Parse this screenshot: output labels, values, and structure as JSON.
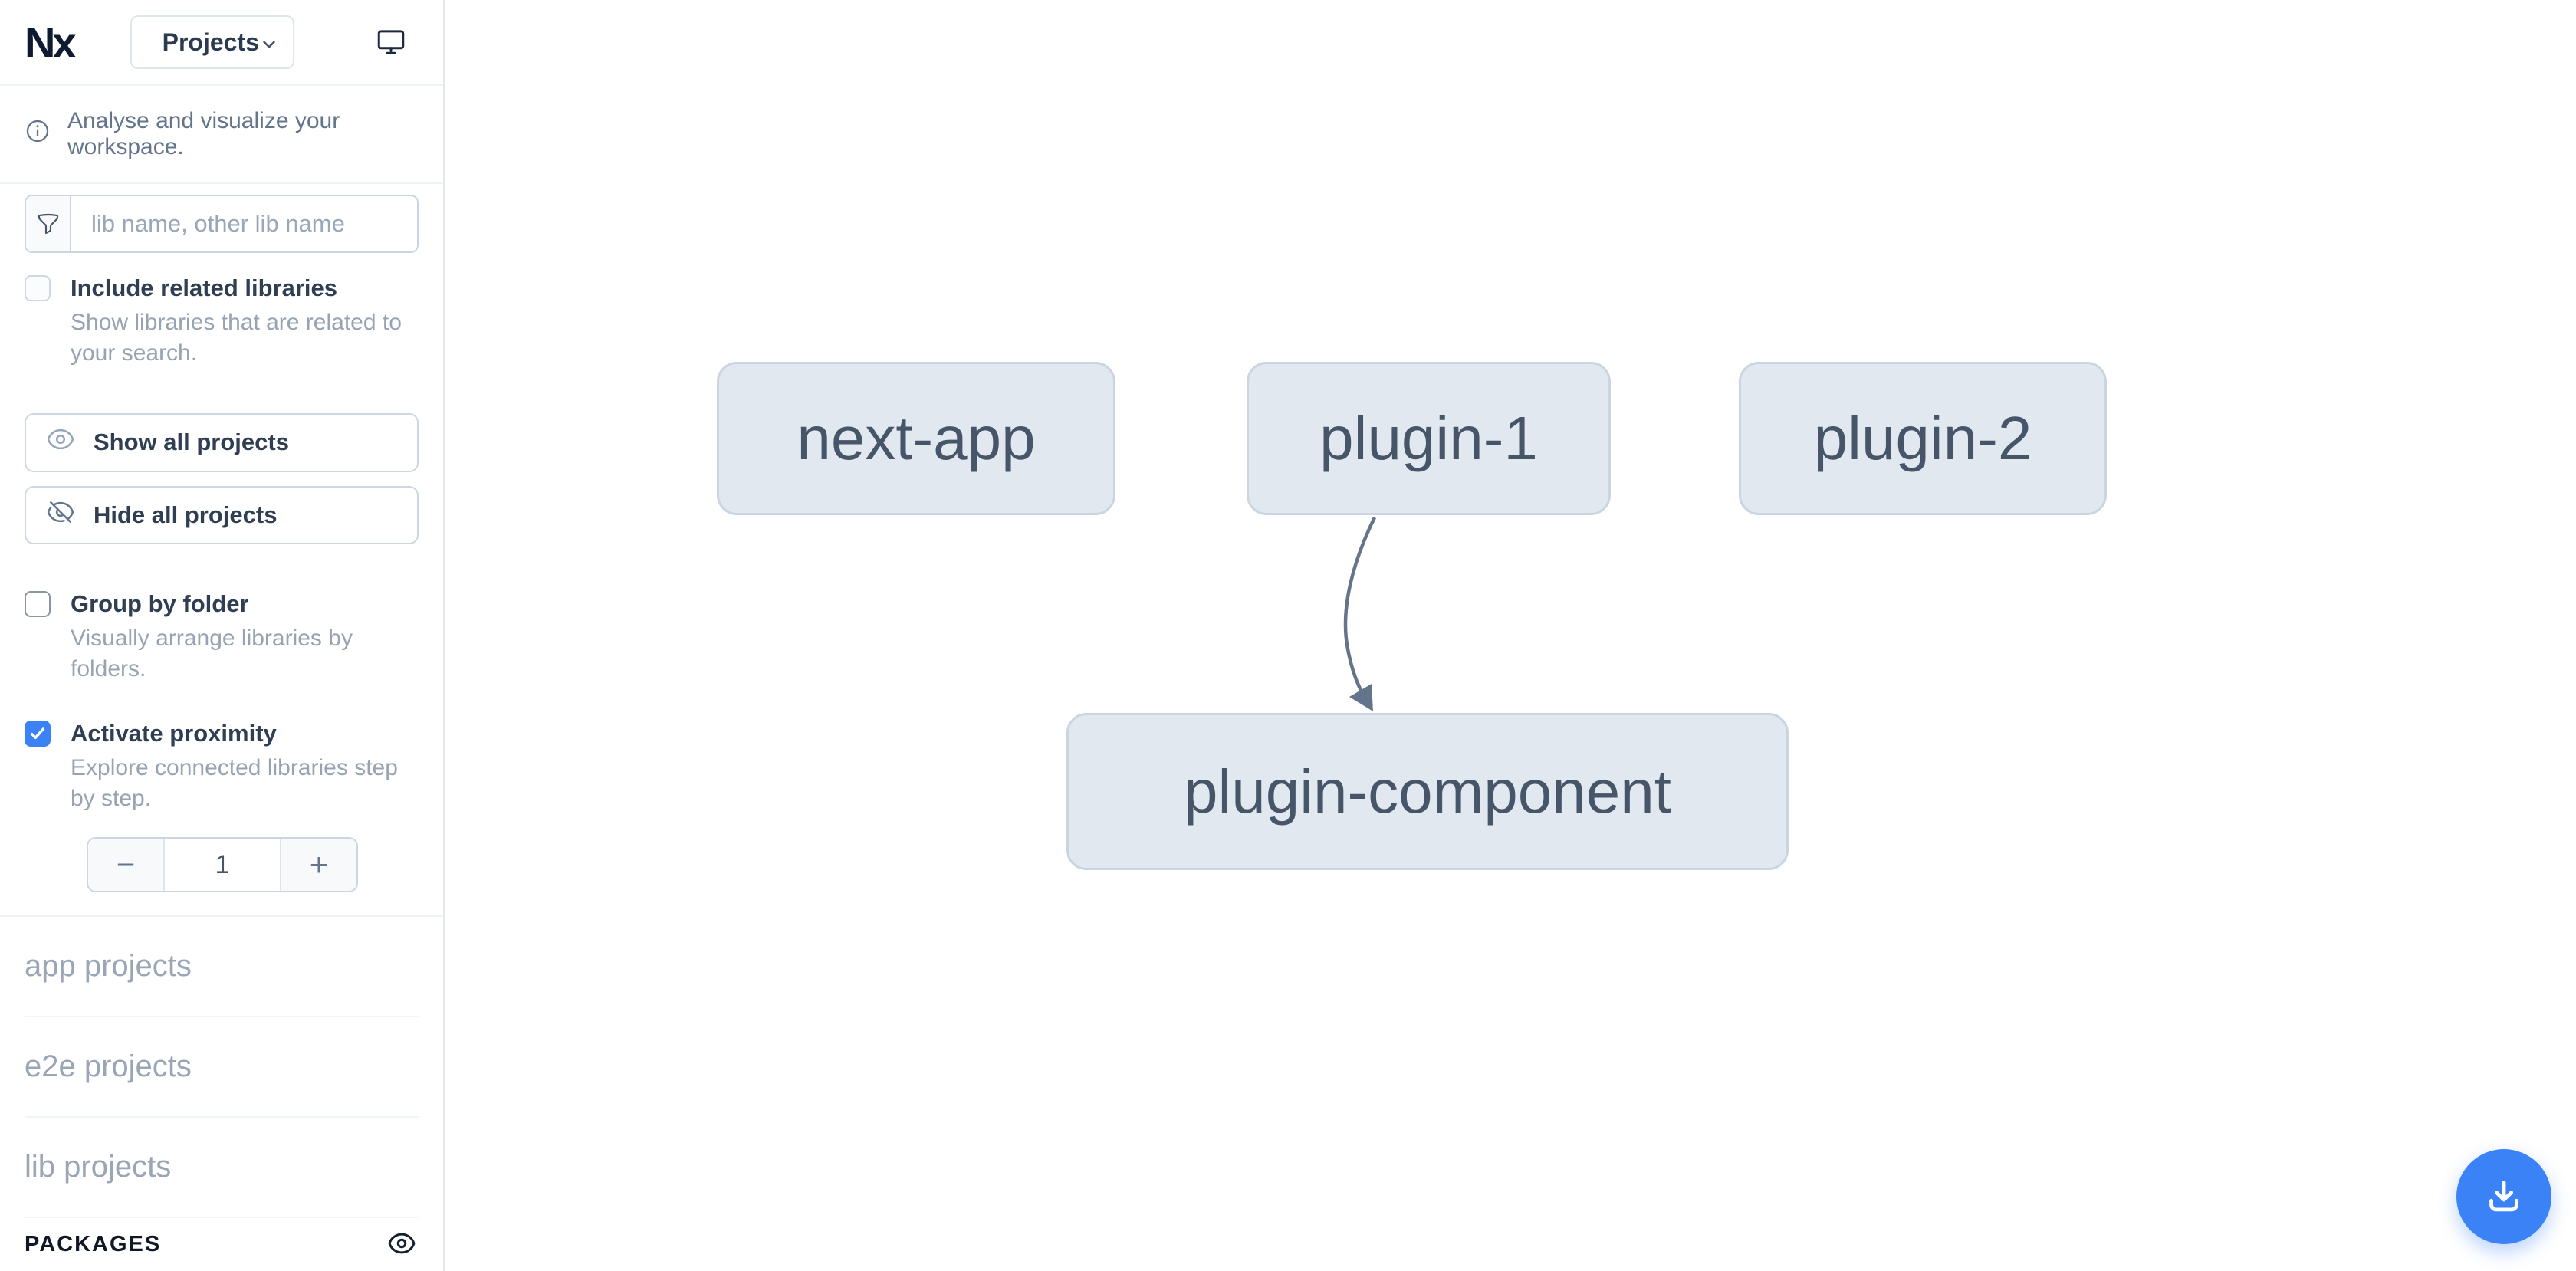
{
  "header": {
    "logo": "Nx",
    "view_select": {
      "label": "Projects"
    }
  },
  "sidebar": {
    "banner": {
      "text": "Analyse and visualize your workspace."
    },
    "filter": {
      "placeholder": "lib name, other lib name",
      "value": ""
    },
    "include_related": {
      "label": "Include related libraries",
      "description": "Show libraries that are related to your search.",
      "checked": false
    },
    "buttons": {
      "show_all": {
        "label": "Show all projects"
      },
      "hide_all": {
        "label": "Hide all projects"
      }
    },
    "group_by_folder": {
      "label": "Group by folder",
      "description": "Visually arrange libraries by folders.",
      "checked": false
    },
    "activate_proximity": {
      "label": "Activate proximity",
      "description": "Explore connected libraries step by step.",
      "checked": true
    },
    "proximity_stepper": {
      "decrement": "−",
      "value": "1",
      "increment": "+"
    },
    "sections": [
      {
        "label": "app projects"
      },
      {
        "label": "e2e projects"
      },
      {
        "label": "lib projects"
      }
    ],
    "packages": {
      "label": "PACKAGES"
    }
  },
  "graph": {
    "nodes": [
      {
        "id": "next-app",
        "label": "next-app"
      },
      {
        "id": "plugin-1",
        "label": "plugin-1"
      },
      {
        "id": "plugin-2",
        "label": "plugin-2"
      },
      {
        "id": "plugin-component",
        "label": "plugin-component"
      }
    ],
    "edges": [
      {
        "from": "plugin-1",
        "to": "plugin-component"
      }
    ]
  },
  "colors": {
    "accent_blue": "#3b82f6",
    "node_fill": "#e2e8f0",
    "node_border": "#cbd5e1",
    "node_text": "#475569",
    "edge": "#64748b"
  }
}
